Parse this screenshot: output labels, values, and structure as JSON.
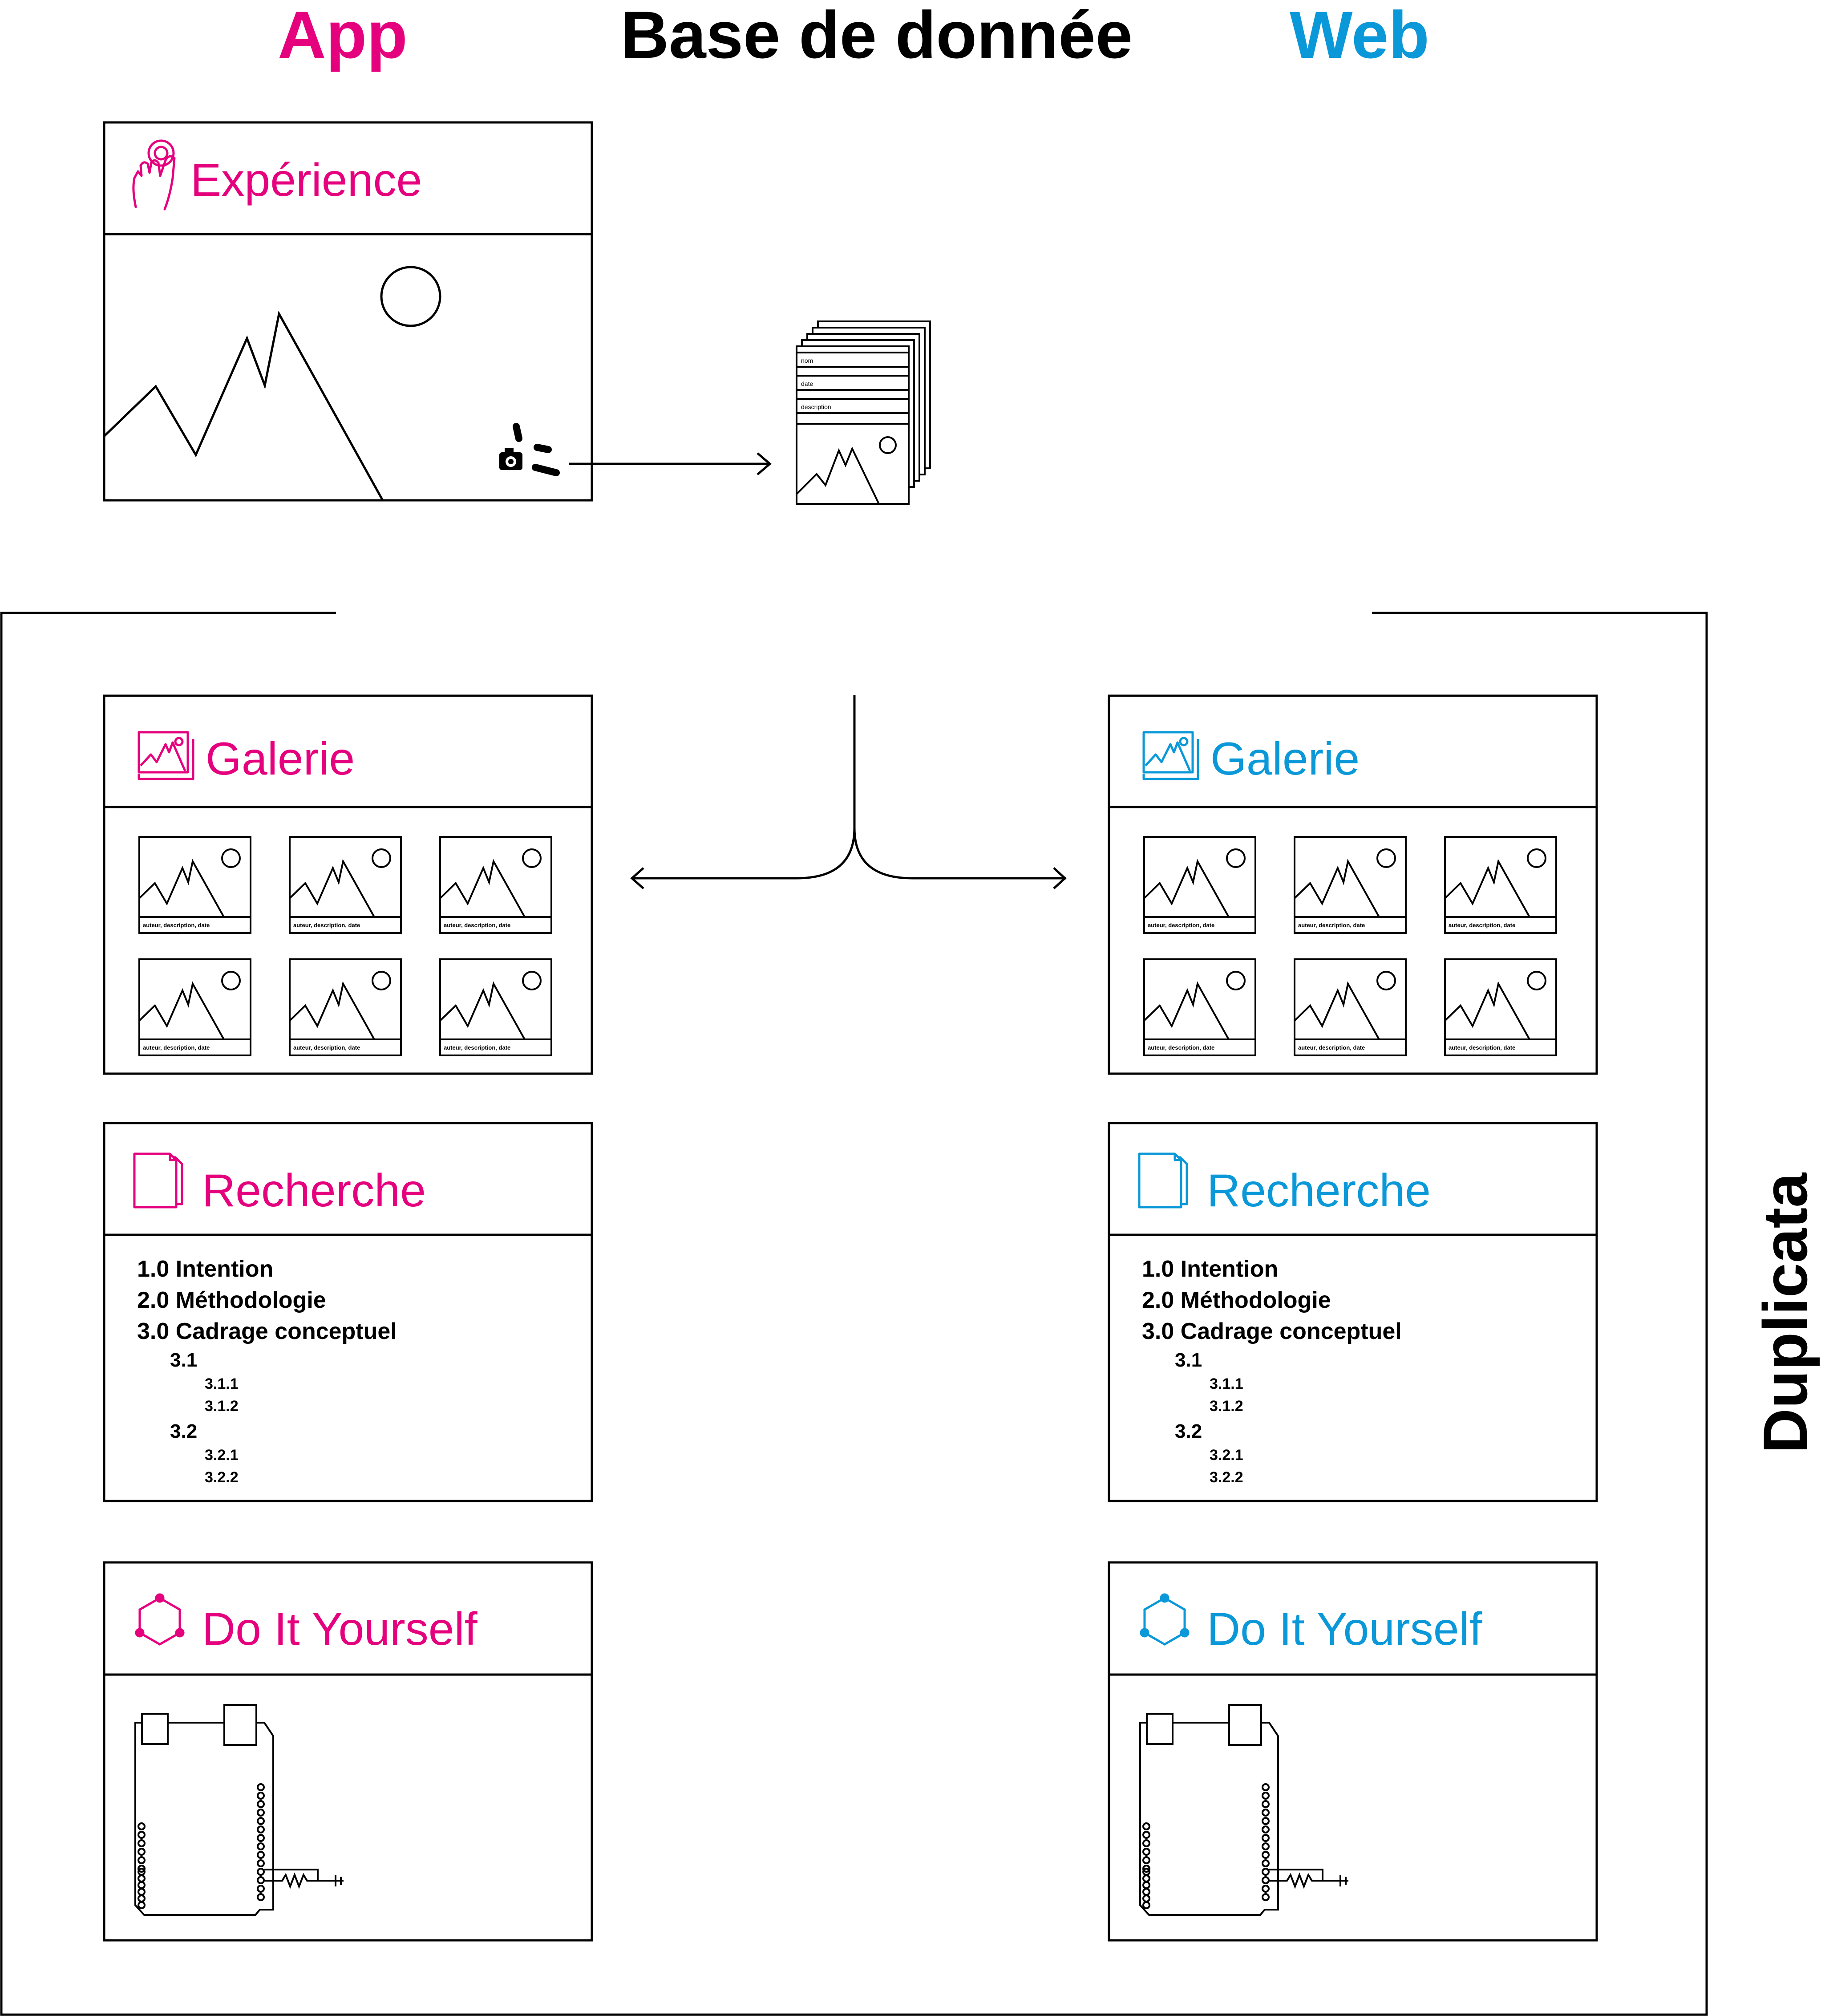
{
  "colors": {
    "app": "#e5007e",
    "web": "#0a98d8",
    "ink": "#000000"
  },
  "headers": {
    "app": "App",
    "database": "Base de donnée",
    "web": "Web"
  },
  "side_label": "Duplicata",
  "experience": {
    "title": "Expérience",
    "icon": "hand-pointer-icon",
    "capture_icon": "camera-icon"
  },
  "database_record": {
    "fields": [
      "nom",
      "date",
      "description"
    ]
  },
  "gallery": {
    "title": "Galerie",
    "icon": "gallery-icon",
    "thumb_caption": "auteur, description, date",
    "thumb_count": 6
  },
  "research": {
    "title": "Recherche",
    "icon": "documents-icon",
    "toc": [
      {
        "label": "1.0 Intention",
        "level": 0
      },
      {
        "label": "2.0 Méthodologie",
        "level": 0
      },
      {
        "label": "3.0 Cadrage conceptuel",
        "level": 0
      },
      {
        "label": "3.1",
        "level": 1
      },
      {
        "label": "3.1.1",
        "level": 2
      },
      {
        "label": "3.1.2",
        "level": 2
      },
      {
        "label": "3.2",
        "level": 1
      },
      {
        "label": "3.2.1",
        "level": 2
      },
      {
        "label": "3.2.2",
        "level": 2
      }
    ]
  },
  "diy": {
    "title": "Do It Yourself",
    "icon": "hexagon-icon",
    "illustration": "arduino-board-icon"
  }
}
